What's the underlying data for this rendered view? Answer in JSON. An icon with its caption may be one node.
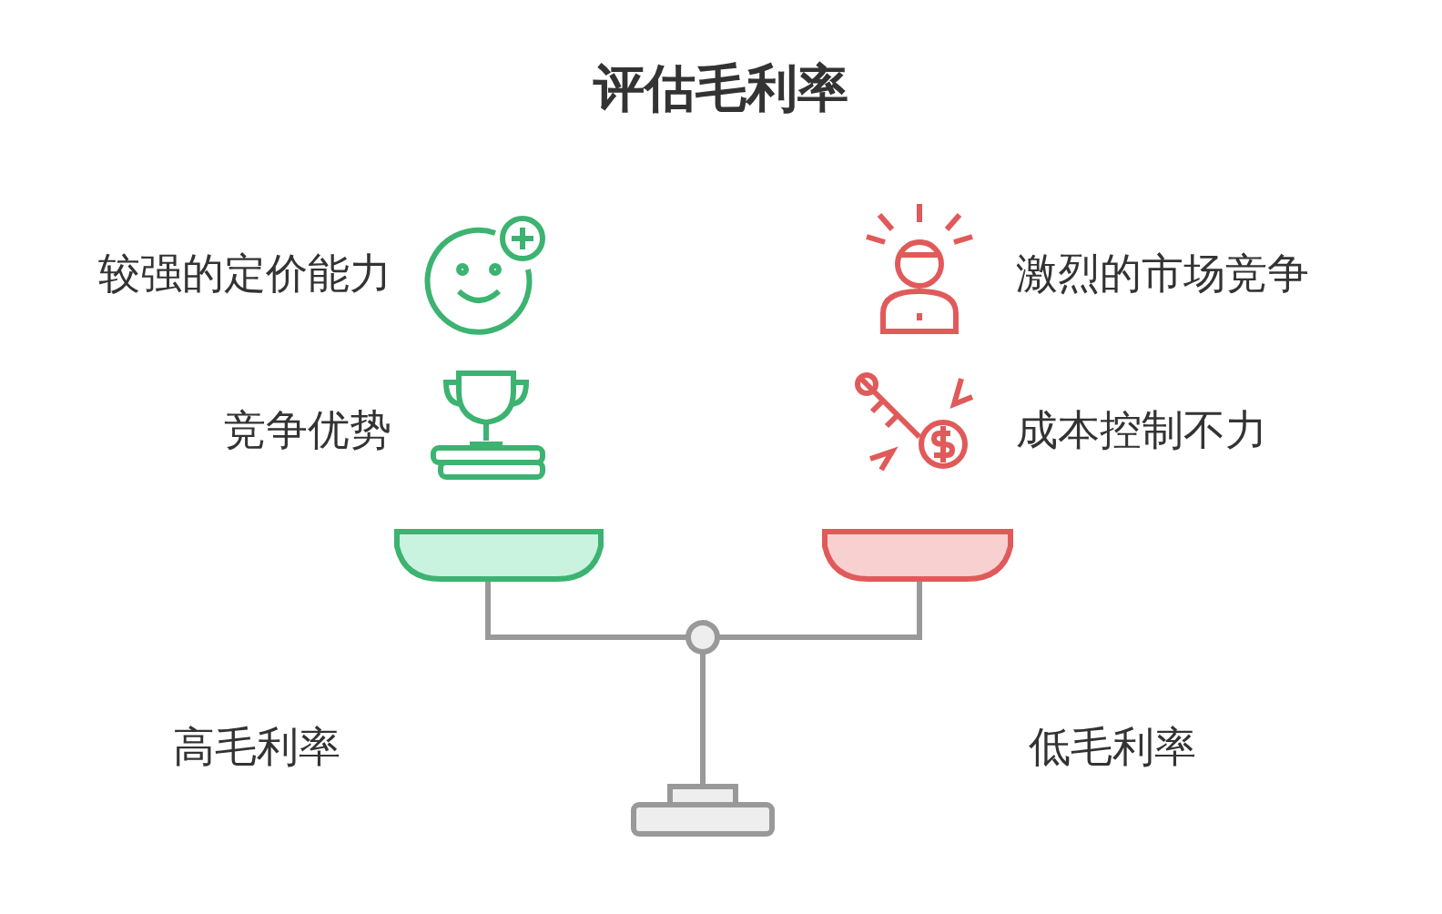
{
  "diagram": {
    "title": "评估毛利率",
    "labels": [
      "较强的定价能力",
      "激烈的市场竞争",
      "竞争优势",
      "成本控制不力",
      "高毛利率",
      "低毛利率"
    ]
  }
}
